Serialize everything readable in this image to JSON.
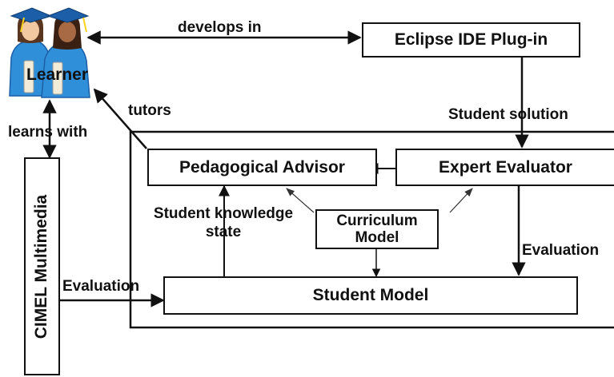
{
  "nodes": {
    "learner": "Learner",
    "eclipse": "Eclipse IDE Plug-in",
    "pedagogical_advisor": "Pedagogical Advisor",
    "expert_evaluator": "Expert Evaluator",
    "curriculum_model": "Curriculum Model",
    "student_model": "Student Model",
    "cimel": "CIMEL Multimedia"
  },
  "edges": {
    "develops_in": "develops in",
    "student_solution": "Student solution",
    "tutors": "tutors",
    "learns_with": "learns with",
    "knowledge_state": "Student knowledge state",
    "evaluation_right": "Evaluation",
    "evaluation_left": "Evaluation"
  },
  "colors": {
    "stroke": "#111111",
    "robe": "#2f8fd8",
    "cap": "#1c5fa8",
    "skin_light": "#f2c9a0",
    "skin_dark": "#a86a44",
    "hair": "#5a3620"
  }
}
